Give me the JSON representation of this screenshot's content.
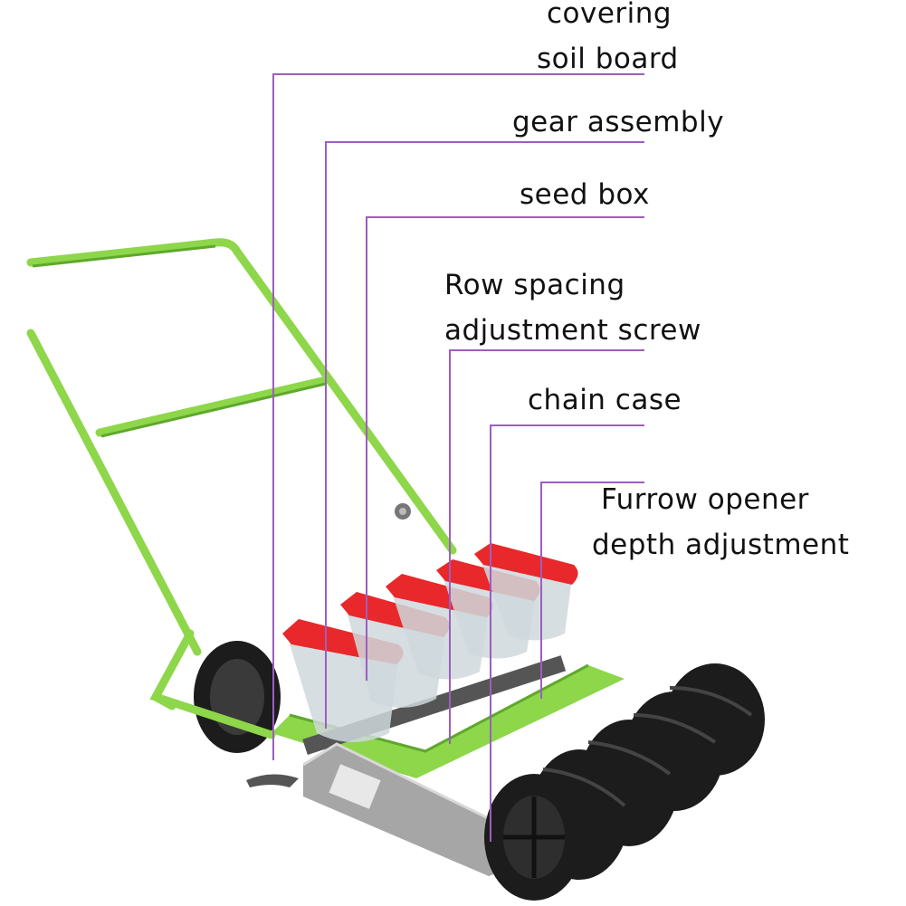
{
  "colors": {
    "frame_green": "#8ed64a",
    "frame_green_dark": "#5ea82c",
    "seed_box_lid_red": "#e8282a",
    "leader_line_purple": "#9b5fc0",
    "wheel_black": "#1c1c1c",
    "plate_gray": "#a6a6a6"
  },
  "callouts": [
    {
      "id": "covering-soil-board",
      "lines": [
        "covering",
        "soil board"
      ]
    },
    {
      "id": "gear-assembly",
      "lines": [
        "gear assembly"
      ]
    },
    {
      "id": "seed-box",
      "lines": [
        "seed box"
      ]
    },
    {
      "id": "row-spacing-adjustment-screw",
      "lines": [
        "Row spacing",
        "adjustment screw"
      ]
    },
    {
      "id": "chain-case",
      "lines": [
        "chain case"
      ]
    },
    {
      "id": "furrow-opener-depth-adjustment",
      "lines": [
        "Furrow opener",
        "depth adjustment"
      ]
    }
  ]
}
